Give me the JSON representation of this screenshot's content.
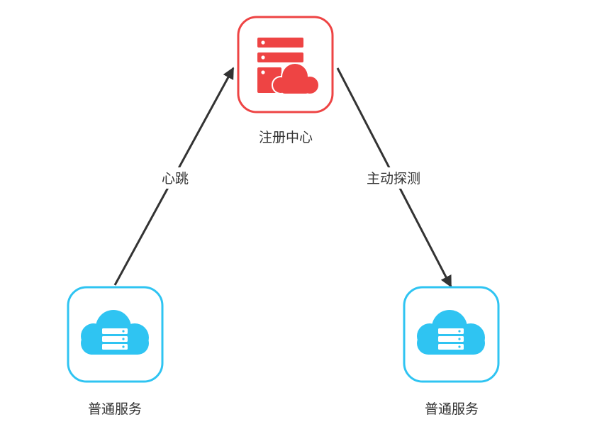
{
  "nodes": {
    "registry": {
      "label": "注册中心",
      "icon": "server-cloud-icon",
      "color": "#ee4444"
    },
    "service_left": {
      "label": "普通服务",
      "icon": "cloud-server-icon",
      "color": "#2fc4f2"
    },
    "service_right": {
      "label": "普通服务",
      "icon": "cloud-server-icon",
      "color": "#2fc4f2"
    }
  },
  "edges": {
    "heartbeat": {
      "label": "心跳",
      "from": "service_left",
      "to": "registry"
    },
    "probe": {
      "label": "主动探测",
      "from": "registry",
      "to": "service_right"
    }
  },
  "colors": {
    "arrow": "#333333",
    "text": "#333333"
  }
}
